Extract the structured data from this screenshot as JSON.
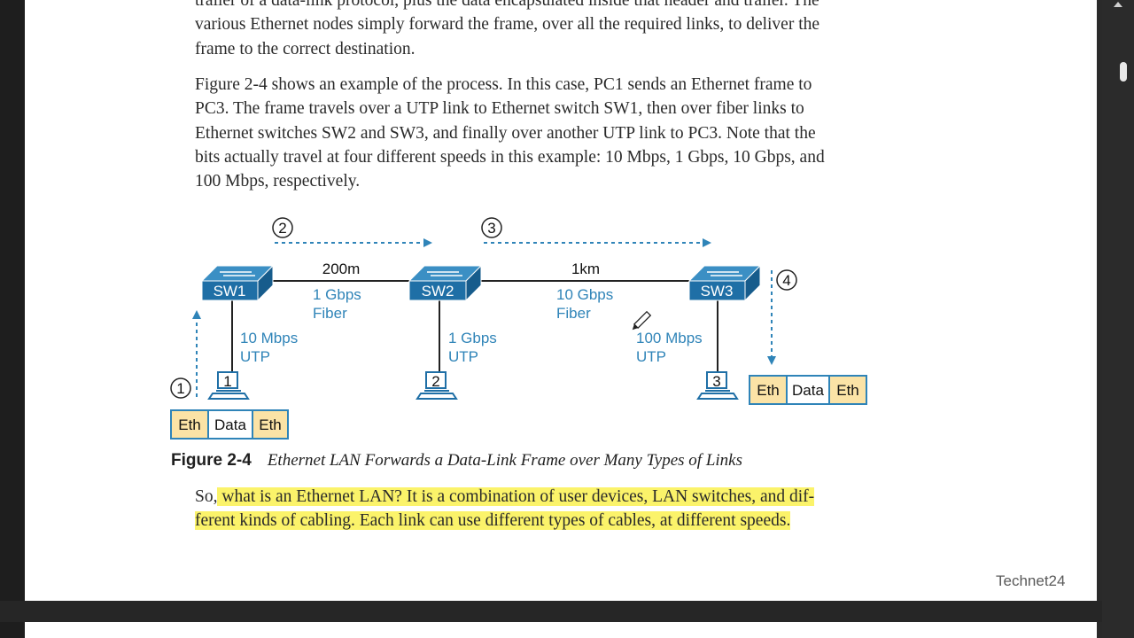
{
  "text": {
    "para1_line1": "trailer of a data-link protocol, plus the data encapsulated inside that header and trailer. The",
    "para1_line2": "various Ethernet nodes simply forward the frame, over all the required links, to deliver the",
    "para1_line3": "frame to the correct destination.",
    "para2_line1": "Figure 2-4 shows an example of the process. In this case, PC1 sends an Ethernet frame to",
    "para2_line2": "PC3. The frame travels over a UTP link to Ethernet switch SW1, then over fiber links to",
    "para2_line3": "Ethernet switches SW2 and SW3, and finally over another UTP link to PC3. Note that the",
    "para2_line4": "bits actually travel at four different speeds in this example: 10 Mbps, 1 Gbps, 10 Gbps, and",
    "para2_line5": "100 Mbps, respectively.",
    "para3_prefix": "So,",
    "para3_hl_line1": " what is an Ethernet LAN? It is a combination of user devices, LAN switches, and dif-",
    "para3_hl_line2": "ferent kinds of cabling. Each link can use different types of cables, at different speeds."
  },
  "figure": {
    "number": "Figure 2-4",
    "title": "Ethernet LAN Forwards a Data-Link Frame over Many Types of Links",
    "switches": [
      "SW1",
      "SW2",
      "SW3"
    ],
    "pcs": [
      "1",
      "2",
      "3"
    ],
    "steps": [
      "1",
      "2",
      "3",
      "4"
    ],
    "link_sw1_sw2": {
      "distance": "200m",
      "speed": "1 Gbps",
      "medium": "Fiber"
    },
    "link_sw2_sw3": {
      "distance": "1km",
      "speed": "10 Gbps",
      "medium": "Fiber"
    },
    "link_pc1": {
      "speed": "10 Mbps",
      "medium": "UTP"
    },
    "link_pc2": {
      "speed": "1 Gbps",
      "medium": "UTP"
    },
    "link_pc3": {
      "speed": "100 Mbps",
      "medium": "UTP"
    },
    "frame": [
      "Eth",
      "Data",
      "Eth"
    ],
    "colors": {
      "switch_top": "#3b8fc4",
      "switch_front": "#1f6fa6",
      "link_label": "#2f84b8",
      "eth_fill": "#fbe3a6",
      "frame_border": "#2f84b8"
    }
  },
  "watermark": "Technet24"
}
